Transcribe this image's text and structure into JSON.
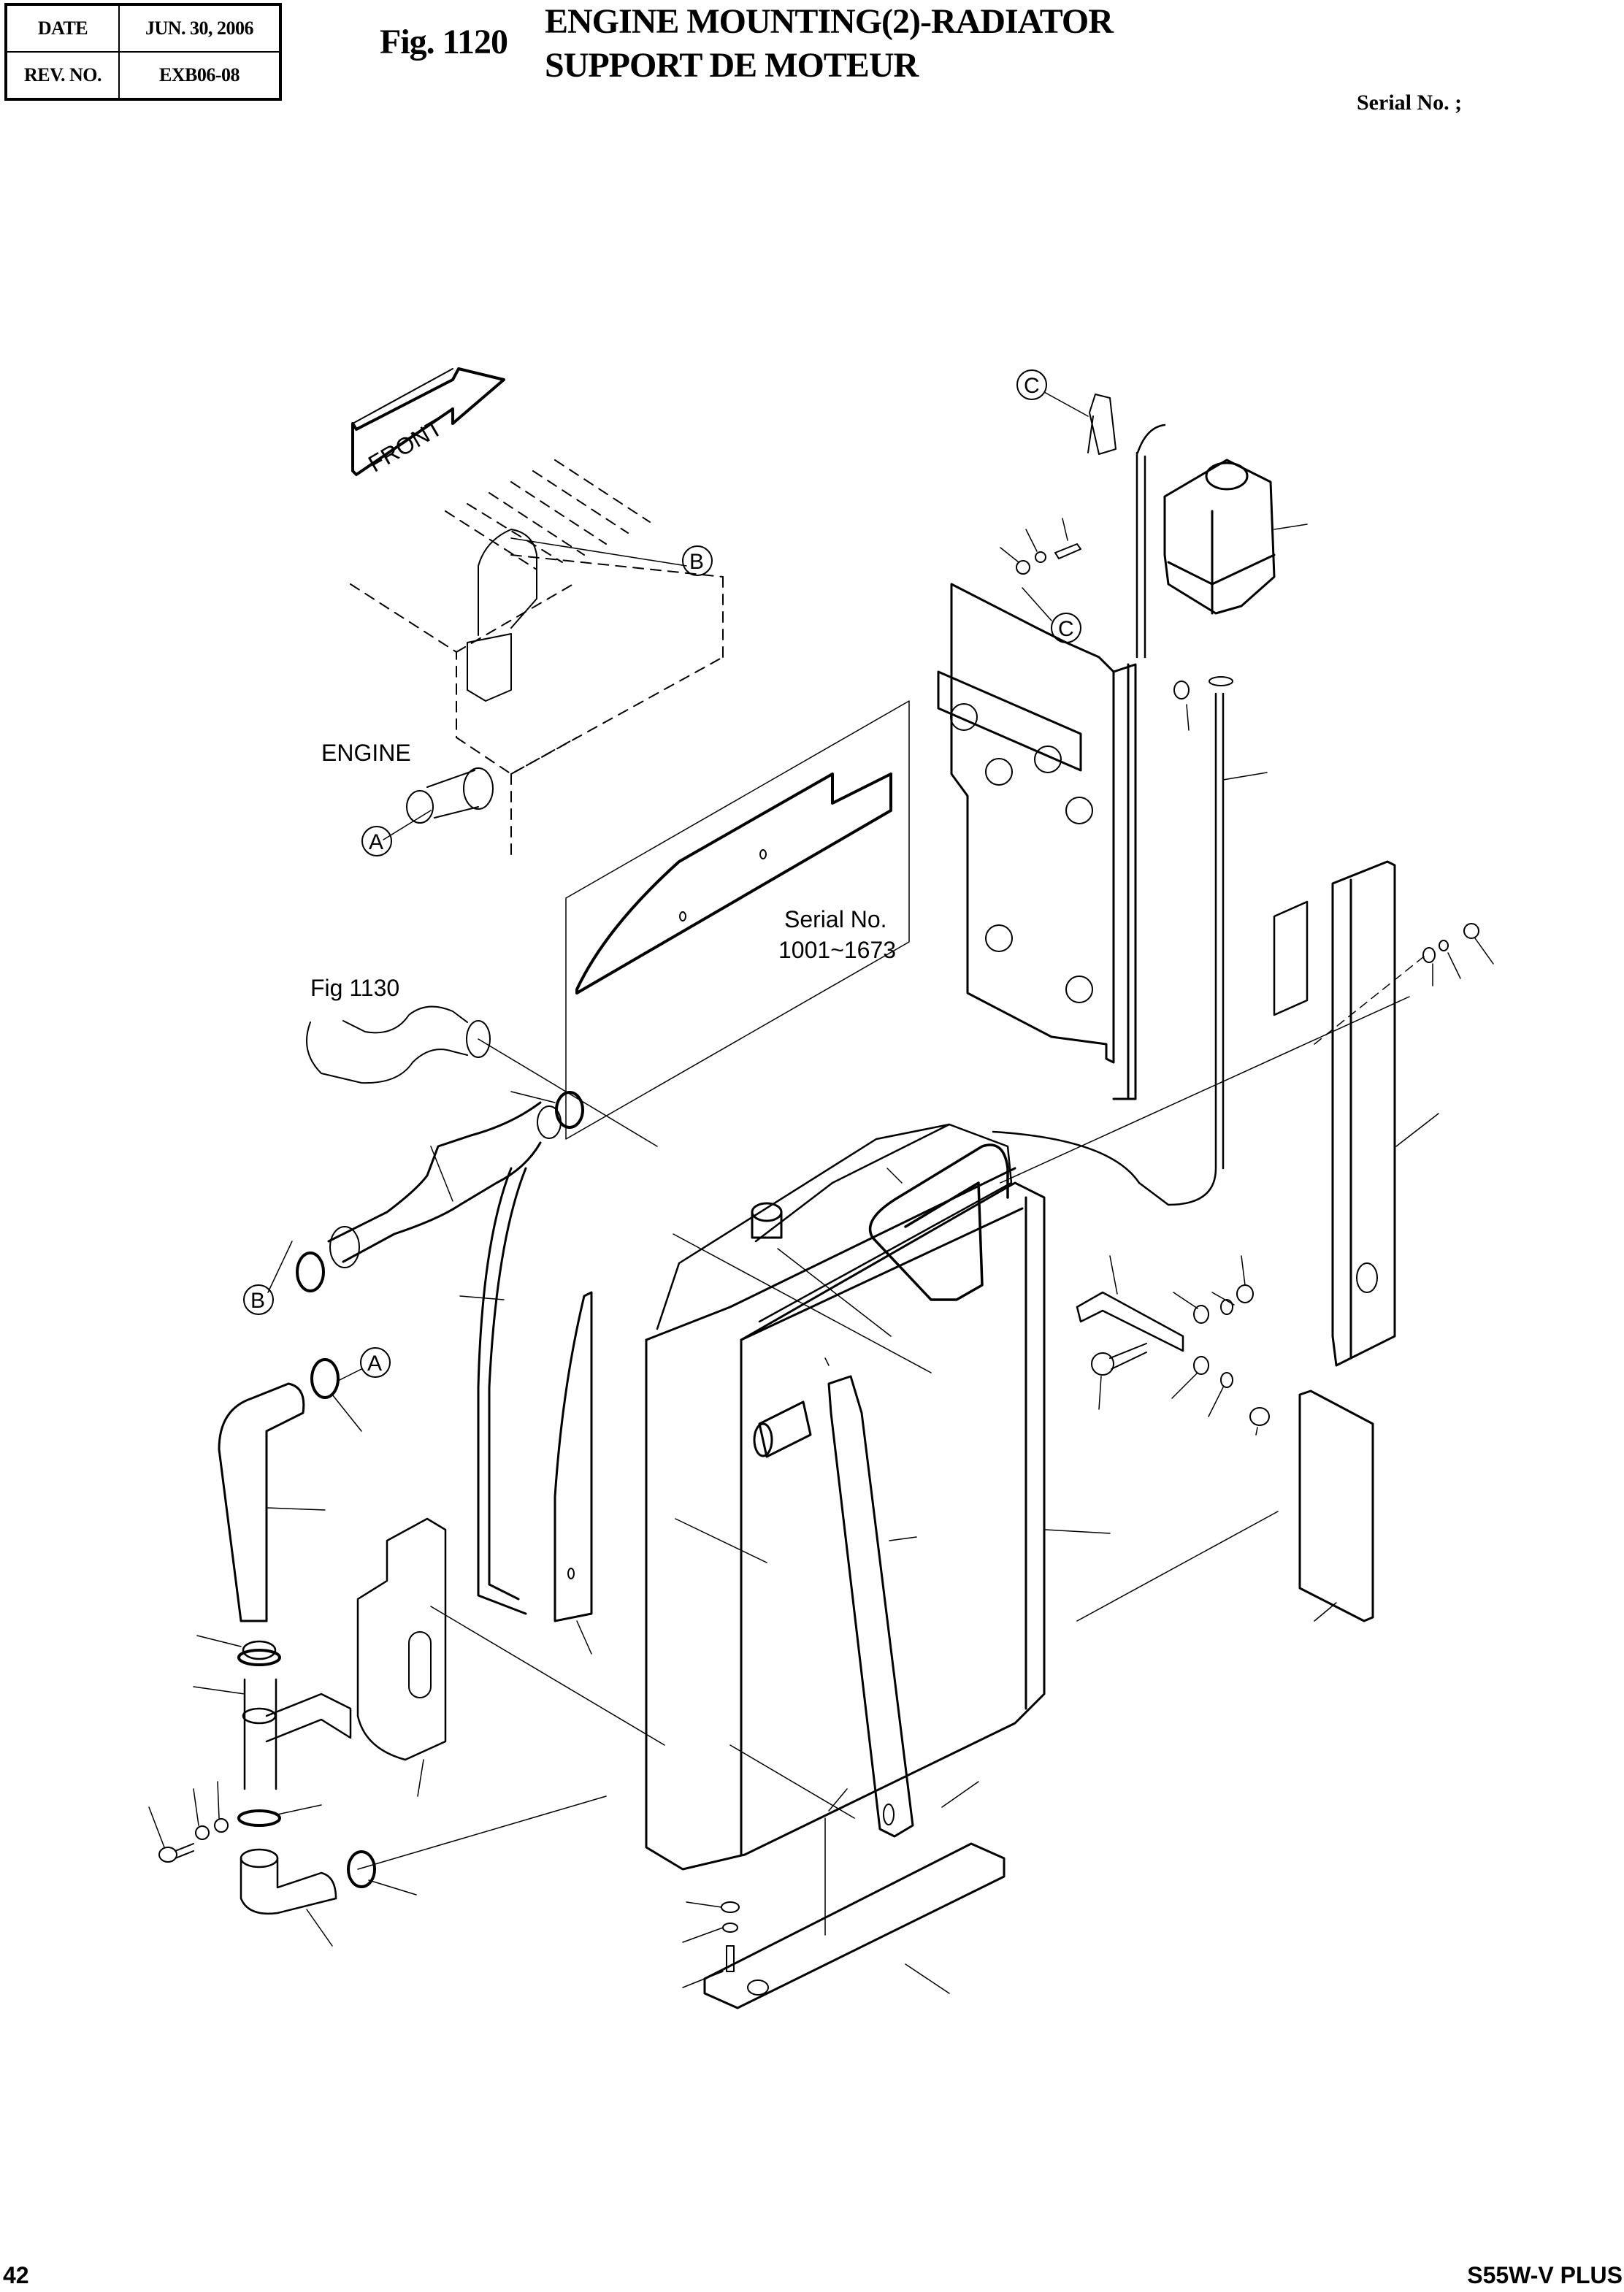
{
  "header": {
    "date_label": "DATE",
    "date_value": "JUN. 30, 2006",
    "rev_label": "REV. NO.",
    "rev_value": "EXB06-08",
    "figure_number": "Fig. 1120",
    "title_line1": "ENGINE MOUNTING(2)-RADIATOR",
    "title_line2": "SUPPORT DE MOTEUR",
    "serial_label": "Serial No. ;"
  },
  "drawing": {
    "front_arrow_label": "FRONT",
    "engine_label": "ENGINE",
    "reference_label": "Fig 1130",
    "serial_note_line1": "Serial No.",
    "serial_note_line2": "1001~1673",
    "callouts": [
      "A",
      "B",
      "C"
    ]
  },
  "footer": {
    "page_number": "42",
    "model": "S55W-V PLUS"
  }
}
